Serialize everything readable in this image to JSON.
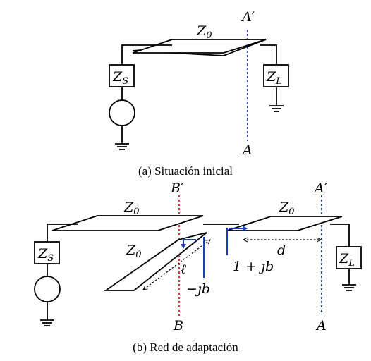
{
  "diagram_a": {
    "line_label": "Z",
    "line_sub": "0",
    "source_label": "Z",
    "source_sub": "S",
    "load_label": "Z",
    "load_sub": "L",
    "ref_top": "A′",
    "ref_bottom": "A",
    "caption": "(a) Situación inicial"
  },
  "diagram_b": {
    "line_left_label": "Z",
    "line_left_sub": "0",
    "line_right_label": "Z",
    "line_right_sub": "0",
    "stub_label": "Z",
    "stub_sub": "0",
    "source_label": "Z",
    "source_sub": "S",
    "load_label": "Z",
    "load_sub": "L",
    "ref_b_top": "B′",
    "ref_b_bottom": "B",
    "ref_a_top": "A′",
    "ref_a_bottom": "A",
    "stub_length": "ℓ",
    "distance": "d",
    "admittance_line": "1 + ȷb",
    "admittance_stub": "−ȷb",
    "caption": "(b) Red de adaptación"
  },
  "colors": {
    "ref_blue": "#1a2fa0",
    "ref_red": "#d42020",
    "arrow_blue": "#1a3fb5"
  }
}
